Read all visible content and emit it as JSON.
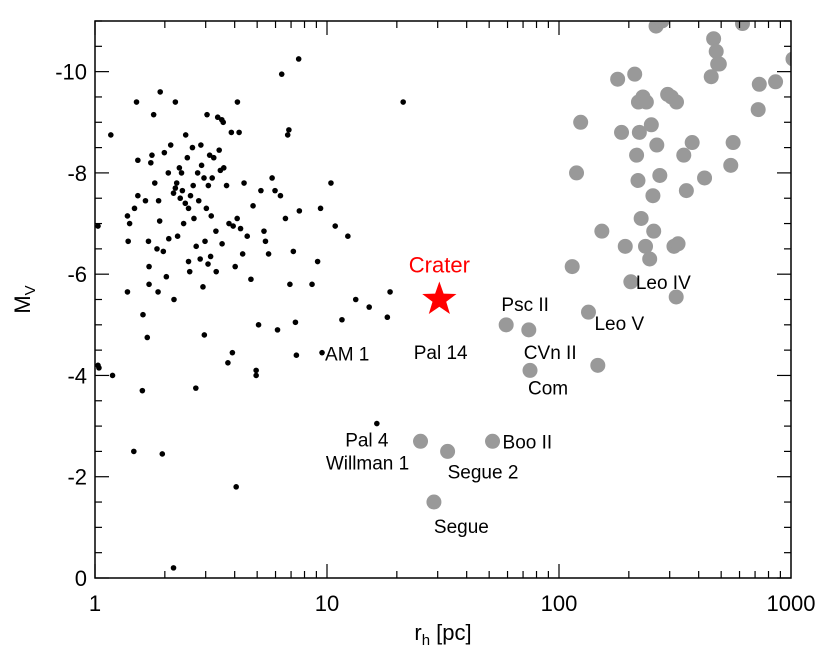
{
  "chart_data": {
    "type": "scatter",
    "title": "",
    "xlabel": "r",
    "xlabel_sub": "h",
    "xlabel_unit": " [pc]",
    "ylabel": "M",
    "ylabel_sub": "V",
    "xscale": "log",
    "xlim": [
      1,
      1000
    ],
    "ylim": [
      0,
      -11
    ],
    "y_inverted": true,
    "grid": false,
    "x_ticks": [
      {
        "value": 1,
        "label": "1"
      },
      {
        "value": 10,
        "label": "10"
      },
      {
        "value": 100,
        "label": "100"
      },
      {
        "value": 1000,
        "label": "1000"
      }
    ],
    "y_ticks": [
      {
        "value": -10,
        "label": "-10"
      },
      {
        "value": -8,
        "label": "-8"
      },
      {
        "value": -6,
        "label": "-6"
      },
      {
        "value": -4,
        "label": "-4"
      },
      {
        "value": -2,
        "label": "-2"
      },
      {
        "value": 0,
        "label": "0"
      }
    ],
    "colors": {
      "clusters": "#000000",
      "dwarfs": "#999999",
      "highlight": "#ff0000"
    },
    "series": [
      {
        "marker": "small-dot",
        "color": "#000000",
        "points": [
          [
            1.03,
            -6.95
          ],
          [
            1.03,
            -4.2
          ],
          [
            1.04,
            -4.15
          ],
          [
            1.17,
            -8.75
          ],
          [
            1.19,
            -4.0
          ],
          [
            1.38,
            -7.15
          ],
          [
            1.39,
            -6.65
          ],
          [
            1.38,
            -5.65
          ],
          [
            1.41,
            -7.0
          ],
          [
            1.48,
            -7.3
          ],
          [
            1.47,
            -2.5
          ],
          [
            1.51,
            -9.4
          ],
          [
            1.53,
            -8.25
          ],
          [
            1.53,
            -7.55
          ],
          [
            1.6,
            -3.7
          ],
          [
            1.61,
            -5.2
          ],
          [
            1.65,
            -7.45
          ],
          [
            1.68,
            -4.75
          ],
          [
            1.7,
            -6.65
          ],
          [
            1.71,
            -6.15
          ],
          [
            1.71,
            -5.8
          ],
          [
            1.74,
            -8.2
          ],
          [
            1.76,
            -8.35
          ],
          [
            1.79,
            -9.15
          ],
          [
            1.81,
            -7.8
          ],
          [
            1.85,
            -6.5
          ],
          [
            1.87,
            -5.65
          ],
          [
            1.9,
            -7.05
          ],
          [
            1.88,
            -7.45
          ],
          [
            1.91,
            -9.6
          ],
          [
            1.95,
            -2.45
          ],
          [
            1.97,
            -6.45
          ],
          [
            1.99,
            -8.4
          ],
          [
            2.03,
            -5.95
          ],
          [
            2.07,
            -8.0
          ],
          [
            2.08,
            -6.7
          ],
          [
            2.12,
            -8.55
          ],
          [
            2.18,
            -0.2
          ],
          [
            2.18,
            -7.6
          ],
          [
            2.19,
            -5.5
          ],
          [
            2.22,
            -7.7
          ],
          [
            2.22,
            -9.4
          ],
          [
            2.25,
            -7.8
          ],
          [
            2.27,
            -6.75
          ],
          [
            2.31,
            -8.1
          ],
          [
            2.33,
            -7.5
          ],
          [
            2.36,
            -8.0
          ],
          [
            2.38,
            -7.65
          ],
          [
            2.41,
            -7.0
          ],
          [
            2.45,
            -7.4
          ],
          [
            2.46,
            -8.75
          ],
          [
            2.5,
            -8.3
          ],
          [
            2.53,
            -7.3
          ],
          [
            2.53,
            -6.25
          ],
          [
            2.56,
            -6.05
          ],
          [
            2.58,
            -7.55
          ],
          [
            2.63,
            -8.5
          ],
          [
            2.65,
            -7.75
          ],
          [
            2.67,
            -7.1
          ],
          [
            2.72,
            -3.75
          ],
          [
            2.73,
            -6.55
          ],
          [
            2.77,
            -8.0
          ],
          [
            2.8,
            -7.45
          ],
          [
            2.84,
            -6.3
          ],
          [
            2.86,
            -8.55
          ],
          [
            2.88,
            -8.15
          ],
          [
            2.92,
            -5.75
          ],
          [
            2.96,
            -4.8
          ],
          [
            2.95,
            -7.9
          ],
          [
            2.98,
            -6.65
          ],
          [
            3.02,
            -7.3
          ],
          [
            3.04,
            -9.15
          ],
          [
            3.07,
            -6.2
          ],
          [
            3.08,
            -7.75
          ],
          [
            3.12,
            -8.35
          ],
          [
            3.15,
            -6.35
          ],
          [
            3.17,
            -7.15
          ],
          [
            3.2,
            -7.9
          ],
          [
            3.25,
            -8.3
          ],
          [
            3.32,
            -6.85
          ],
          [
            3.33,
            -6.05
          ],
          [
            3.38,
            -9.1
          ],
          [
            3.43,
            -8.45
          ],
          [
            3.47,
            -8.05
          ],
          [
            3.52,
            -9.05
          ],
          [
            3.53,
            -6.6
          ],
          [
            3.57,
            -9.0
          ],
          [
            3.59,
            -8.1
          ],
          [
            3.69,
            -7.75
          ],
          [
            3.74,
            -4.25
          ],
          [
            3.78,
            -7.0
          ],
          [
            3.87,
            -8.8
          ],
          [
            3.91,
            -4.45
          ],
          [
            3.94,
            -6.95
          ],
          [
            4.02,
            -6.15
          ],
          [
            4.06,
            -1.8
          ],
          [
            4.1,
            -7.1
          ],
          [
            4.11,
            -9.4
          ],
          [
            4.18,
            -8.8
          ],
          [
            4.24,
            -6.9
          ],
          [
            4.33,
            -6.4
          ],
          [
            4.39,
            -7.8
          ],
          [
            4.53,
            -6.75
          ],
          [
            4.7,
            -5.9
          ],
          [
            4.8,
            -7.35
          ],
          [
            4.95,
            -4.0
          ],
          [
            4.95,
            -4.1
          ],
          [
            5.07,
            -5.0
          ],
          [
            5.19,
            -7.65
          ],
          [
            5.35,
            -6.85
          ],
          [
            5.43,
            -6.65
          ],
          [
            5.6,
            -6.4
          ],
          [
            5.8,
            -7.9
          ],
          [
            5.97,
            -7.65
          ],
          [
            6.12,
            -4.9
          ],
          [
            6.3,
            -7.55
          ],
          [
            6.38,
            -9.95
          ],
          [
            6.62,
            -7.1
          ],
          [
            6.77,
            -8.75
          ],
          [
            6.85,
            -8.85
          ],
          [
            6.92,
            -5.8
          ],
          [
            7.16,
            -6.45
          ],
          [
            7.38,
            -4.4
          ],
          [
            7.31,
            -5.05
          ],
          [
            7.55,
            -10.25
          ],
          [
            7.6,
            -7.25
          ],
          [
            8.62,
            -5.8
          ],
          [
            9.11,
            -6.25
          ],
          [
            9.38,
            -7.3
          ],
          [
            9.52,
            -4.45
          ],
          [
            10.4,
            -7.8
          ],
          [
            10.85,
            -6.95
          ],
          [
            11.6,
            -5.1
          ],
          [
            12.3,
            -6.75
          ],
          [
            13.3,
            -5.5
          ],
          [
            15.2,
            -5.35
          ],
          [
            16.4,
            -3.05
          ],
          [
            18.2,
            -5.15
          ],
          [
            18.7,
            -5.65
          ],
          [
            21.3,
            -9.4
          ]
        ]
      },
      {
        "marker": "large-circle",
        "color": "#999999",
        "points": [
          [
            28.9,
            -1.5
          ],
          [
            25.3,
            -2.7
          ],
          [
            33.1,
            -2.5
          ],
          [
            51.7,
            -2.7
          ],
          [
            75.0,
            -4.1
          ],
          [
            59.2,
            -5.0
          ],
          [
            74.1,
            -4.9
          ],
          [
            114,
            -6.15
          ],
          [
            119,
            -8.0
          ],
          [
            124,
            -9.0
          ],
          [
            134,
            -5.25
          ],
          [
            147,
            -4.2
          ],
          [
            153,
            -6.85
          ],
          [
            179,
            -9.85
          ],
          [
            186,
            -8.8
          ],
          [
            193,
            -6.55
          ],
          [
            204,
            -5.85
          ],
          [
            212,
            -9.95
          ],
          [
            216,
            -8.35
          ],
          [
            219,
            -7.85
          ],
          [
            220,
            -9.4
          ],
          [
            222,
            -8.8
          ],
          [
            226,
            -7.1
          ],
          [
            230,
            -9.5
          ],
          [
            236,
            -6.55
          ],
          [
            238,
            -9.4
          ],
          [
            246,
            -6.3
          ],
          [
            250,
            -8.95
          ],
          [
            254,
            -7.55
          ],
          [
            256,
            -6.85
          ],
          [
            262,
            -10.9
          ],
          [
            264,
            -8.55
          ],
          [
            272,
            -7.95
          ],
          [
            278,
            -11.0
          ],
          [
            294,
            -9.55
          ],
          [
            305,
            -9.5
          ],
          [
            313,
            -6.55
          ],
          [
            320,
            -5.55
          ],
          [
            321,
            -9.4
          ],
          [
            326,
            -6.6
          ],
          [
            345,
            -8.35
          ],
          [
            354,
            -7.65
          ],
          [
            375,
            -8.6
          ],
          [
            424,
            -7.9
          ],
          [
            453,
            -9.9
          ],
          [
            464,
            -10.65
          ],
          [
            476,
            -10.4
          ],
          [
            483,
            -10.15
          ],
          [
            491,
            -10.15
          ],
          [
            550,
            -8.15
          ],
          [
            563,
            -8.6
          ],
          [
            618,
            -10.95
          ],
          [
            722,
            -9.25
          ],
          [
            730,
            -9.75
          ],
          [
            858,
            -9.8
          ],
          [
            1020,
            -10.25
          ]
        ]
      },
      {
        "marker": "star",
        "color": "#ff0000",
        "points": [
          [
            30.5,
            -5.5
          ]
        ]
      }
    ],
    "annotations": [
      {
        "text": "Crater",
        "x": 30.5,
        "y": -5.5,
        "style": "highlight"
      },
      {
        "text": "Psc II",
        "x": 59.2,
        "y": -5.0
      },
      {
        "text": "Leo IV",
        "x": 204,
        "y": -5.85
      },
      {
        "text": "Leo V",
        "x": 134,
        "y": -5.25
      },
      {
        "text": "CVn II",
        "x": 74.1,
        "y": -4.9
      },
      {
        "text": "Com",
        "x": 75.0,
        "y": -4.1
      },
      {
        "text": "AM 1",
        "x": 9.52,
        "y": -4.45
      },
      {
        "text": "Pal 14",
        "x": 26.9,
        "y": -4.8
      },
      {
        "text": "Pal 4",
        "x": 16.4,
        "y": -3.05
      },
      {
        "text": "Willman 1",
        "x": 25.3,
        "y": -2.7
      },
      {
        "text": "Boo II",
        "x": 51.7,
        "y": -2.7
      },
      {
        "text": "Segue 2",
        "x": 33.1,
        "y": -2.5
      },
      {
        "text": "Segue",
        "x": 28.9,
        "y": -1.5
      }
    ]
  }
}
